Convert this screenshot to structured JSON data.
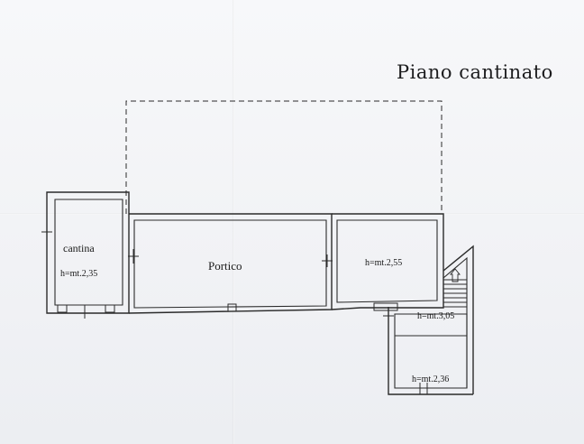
{
  "drawing": {
    "title": "Piano cantinato",
    "rooms": {
      "cantina_name": "cantina",
      "cantina_height": "h=mt.2,35",
      "portico_name": "Portico",
      "room3_height": "h=mt.2,55",
      "corridor_height": "h=mt.3,05",
      "small_room_height": "h=mt.2,36"
    }
  },
  "colors": {
    "paper": "#f4f5f7",
    "ink": "#2b2b2b"
  }
}
